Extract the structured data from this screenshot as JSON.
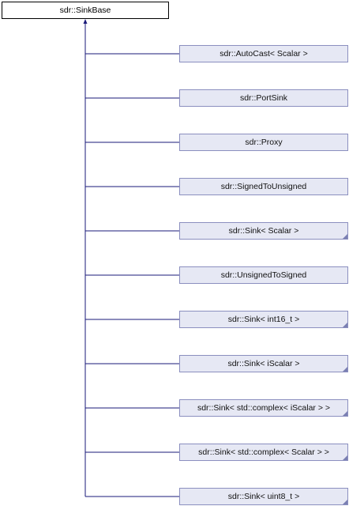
{
  "base": {
    "label": "sdr::SinkBase"
  },
  "derived": [
    {
      "label": "sdr::AutoCast< Scalar >",
      "template": false
    },
    {
      "label": "sdr::PortSink",
      "template": false
    },
    {
      "label": "sdr::Proxy",
      "template": false
    },
    {
      "label": "sdr::SignedToUnsigned",
      "template": false
    },
    {
      "label": "sdr::Sink< Scalar >",
      "template": true
    },
    {
      "label": "sdr::UnsignedToSigned",
      "template": false
    },
    {
      "label": "sdr::Sink< int16_t >",
      "template": true
    },
    {
      "label": "sdr::Sink< iScalar >",
      "template": true
    },
    {
      "label": "sdr::Sink< std::complex< iScalar > >",
      "template": true
    },
    {
      "label": "sdr::Sink< std::complex< Scalar > >",
      "template": true
    },
    {
      "label": "sdr::Sink< uint8_t >",
      "template": true
    }
  ],
  "colors": {
    "edge": "#1a1a7a",
    "derived_fill": "#e6e8f4",
    "derived_border": "#8b8fbf"
  }
}
